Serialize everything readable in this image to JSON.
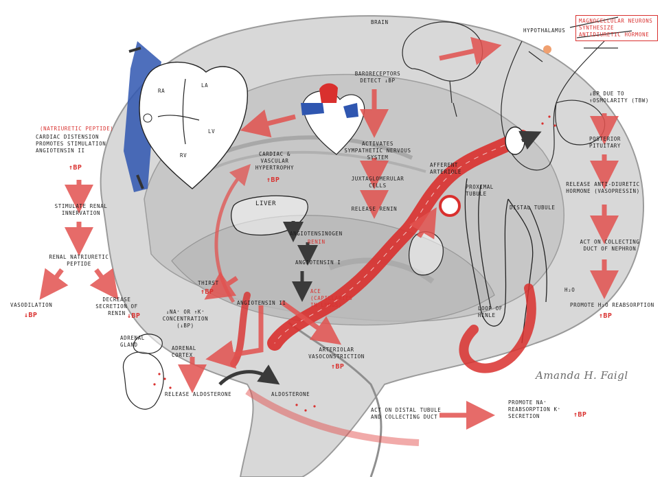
{
  "labels": {
    "brain": "BRAIN",
    "hypothalamus": "HYPOTHALAMUS",
    "hypothalamus_note": "MAGNOCELLULAR NEURONS SYNTHESIZE ANTIDIURETIC HORMONE",
    "bp_drop_osmolarity": "↓BP DUE TO ↑OSMOLARITY (TBW)",
    "posterior_pituitary": "POSTERIOR PITUITARY",
    "release_adh": "RELEASE ANTI-DIURETIC HORMONE (VASOPRESSIN)",
    "act_collecting": "ACT ON COLLECTING DUCT OF NEPHRON",
    "promote_h2o": "PROMOTE H₂O REABSORPTION",
    "bp_up_adh": "↑BP",
    "h2o_label": "H₂O",
    "baroreceptors": "BARORECEPTORS DETECT ↓BP",
    "activates_sns": "ACTIVATES SYMPATHETIC NERVOUS SYSTEM",
    "juxtaglomerular": "JUXTAGLOMERULAR CELLS",
    "release_renin": "RELEASE RENIN",
    "afferent": "AFFERENT ARTERIOLE",
    "proximal": "PROXIMAL TUBULE",
    "distal": "DISTAL TUBULE",
    "loop_henle": "LOOP OF HENLE",
    "heart_ra": "RA",
    "heart_la": "LA",
    "heart_lv": "LV",
    "heart_rv": "RV",
    "anp_title": "(NATRIURETIC PEPTIDE)",
    "anp_body": "CARDIAC DISTENSION PROMOTES STIMULATION ANGIOTENSIN II",
    "anp_bp": "↑BP",
    "stimulate_renal": "STIMULATE RENAL INNERVATION",
    "renal_natriuretic": "RENAL NATRIURETIC PEPTIDE",
    "vasodilation": "VASODILATION",
    "vasodilation_bp": "↓BP",
    "decrease_renin": "DECREASE SECRETION OF RENIN",
    "decrease_renin_bp": "↓BP",
    "cardiac_vascular": "CARDIAC & VASCULAR HYPERTROPHY",
    "cardiac_bp": "↑BP",
    "liver": "LIVER",
    "angiotensinogen": "ANGIOTENSINOGEN",
    "renin_small": "RENIN",
    "angiotensin1": "ANGIOTENSIN I",
    "ace": "ACE (CAPILLARIES IN LUNGS)",
    "angiotensin2": "ANGIOTENSIN II",
    "thirst": "THIRST",
    "thirst_bp": "↑BP",
    "arteriolar": "ARTERIOLAR VASOCONSTRICTION",
    "arteriolar_bp": "↑BP",
    "na_k": "↓Na⁺ OR ↑K⁺ CONCENTRATION (↓BP)",
    "adrenal_gland": "ADRENAL GLAND",
    "adrenal_cortex": "ADRENAL CORTEX",
    "release_aldosterone": "RELEASE ALDOSTERONE",
    "aldosterone": "ALDOSTERONE",
    "act_distal": "ACT ON DISTAL TUBULE AND COLLECTING DUCT",
    "promote_na": "PROMOTE NA⁺ REABSORPTION K⁺ SECRETION",
    "promote_na_bp": "↑BP",
    "signature": "Amanda H. Faigl"
  },
  "colors": {
    "artery_red": "#d9302e",
    "vein_blue": "#2f56b0",
    "arrow_red": "#e2524f",
    "arrow_dark": "#3a3a3a",
    "brain_gray": "#cfcfcf"
  }
}
